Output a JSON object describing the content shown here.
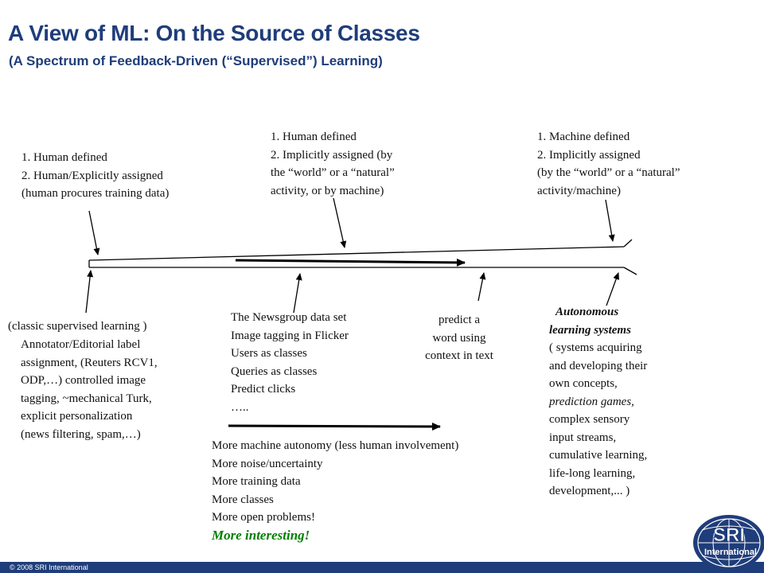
{
  "slide": {
    "title": "A View of ML:   On the Source of Classes",
    "subtitle": "(A Spectrum of Feedback-Driven (“Supervised”) Learning)"
  },
  "top_labels": {
    "left": [
      "1. Human defined",
      "2. Human/Explicitly assigned",
      "(human procures training data)"
    ],
    "middle": [
      "1. Human defined",
      "2. Implicitly assigned (by",
      "the “world” or a “natural”",
      "activity, or by machine)"
    ],
    "right": [
      "1. Machine defined",
      "2. Implicitly assigned",
      "(by the “world” or a “natural”",
      "activity/machine)"
    ]
  },
  "bottom_labels": {
    "classic_heading": "(classic supervised learning )",
    "classic_lines": [
      "Annotator/Editorial label",
      "assignment, (Reuters RCV1,",
      "ODP,…) controlled image",
      "tagging, ~mechanical Turk,",
      "explicit personalization",
      "(news filtering, spam,…)"
    ],
    "newsgroup_lines": [
      "The Newsgroup data set",
      "Image tagging in Flicker",
      "Users as classes",
      "Queries as classes",
      "Predict clicks",
      "….."
    ],
    "predict_lines": [
      "predict a",
      "word using",
      "context in text"
    ],
    "autonomous_title": [
      "Autonomous",
      "learning systems"
    ],
    "autonomous_lines": [
      "( systems acquiring",
      "and developing their",
      "own concepts,"
    ],
    "autonomous_italic": "prediction games,",
    "autonomous_rest": [
      "complex sensory",
      "input streams,",
      "cumulative learning,",
      "life-long learning,",
      "development,...  )"
    ]
  },
  "trends": {
    "lines": [
      "More machine autonomy (less human involvement)",
      "More noise/uncertainty",
      "More training data",
      "More classes",
      "More open problems!"
    ],
    "highlight": "More interesting!",
    "highlight_color": "#008000"
  },
  "footer": {
    "copyright": "© 2008 SRI International",
    "logo_text": "SRI",
    "logo_subtext": "International",
    "bar_color": "#1f3d7a"
  }
}
